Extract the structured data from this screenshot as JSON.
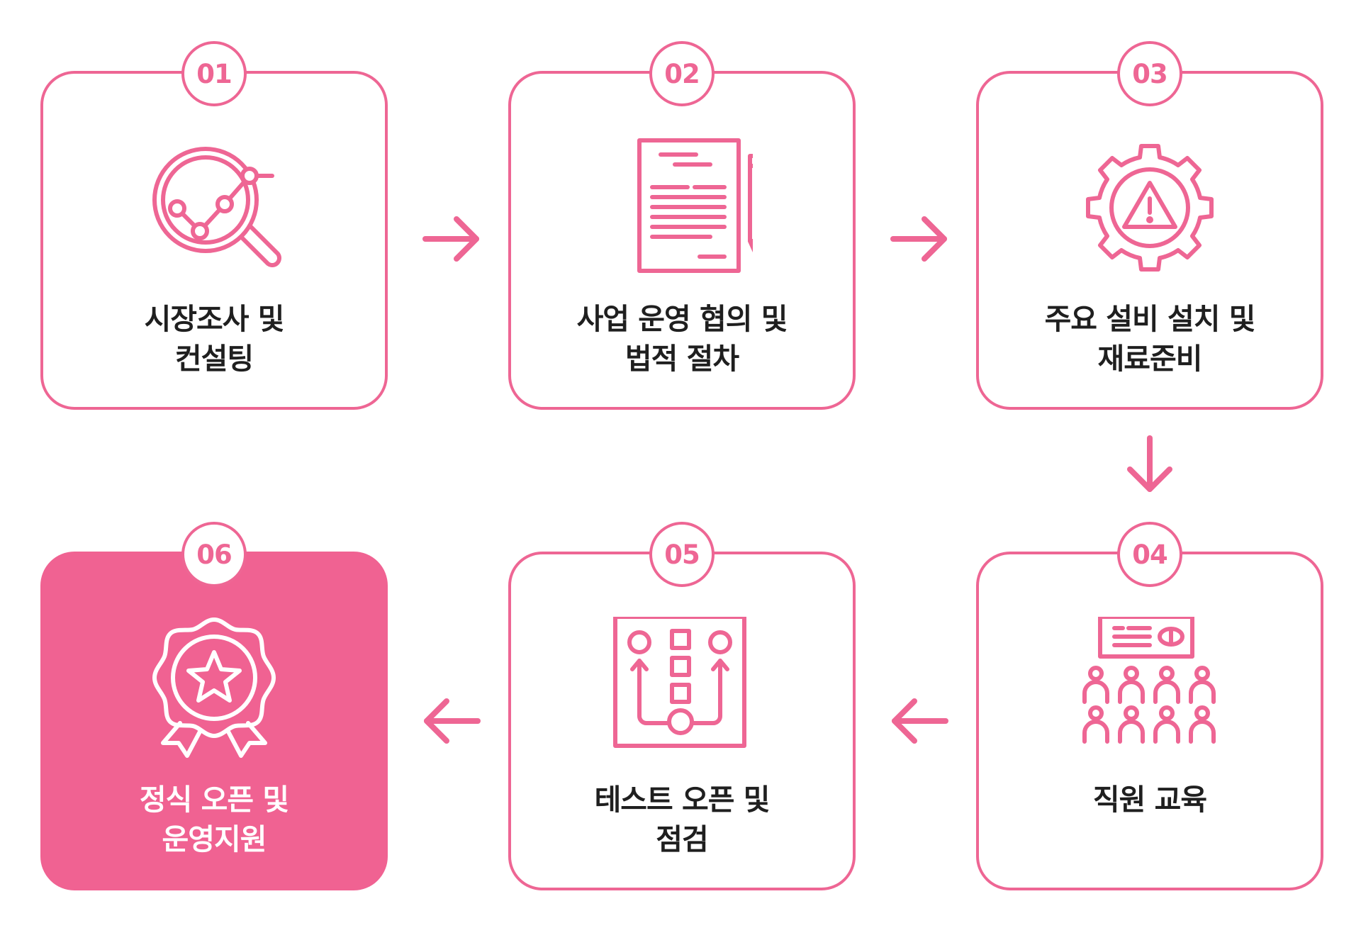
{
  "colors": {
    "accent": "#ee6694",
    "active_fill": "#f06292",
    "text": "#1f1f1f"
  },
  "steps": [
    {
      "number": "01",
      "icon": "market-research-magnifier-icon",
      "line1": "시장조사 및",
      "line2": "컨설팅"
    },
    {
      "number": "02",
      "icon": "document-pen-icon",
      "line1": "사업 운영 협의 및",
      "line2": "법적 절차"
    },
    {
      "number": "03",
      "icon": "gear-warning-icon",
      "line1": "주요 설비 설치 및",
      "line2": "재료준비"
    },
    {
      "number": "04",
      "icon": "staff-training-presentation-icon",
      "line1": "직원 교육",
      "line2": ""
    },
    {
      "number": "05",
      "icon": "flowchart-board-icon",
      "line1": "테스트 오픈 및",
      "line2": "점검"
    },
    {
      "number": "06",
      "icon": "star-award-badge-icon",
      "line1": "정식 오픈 및",
      "line2": "운영지원"
    }
  ],
  "arrows": [
    "arrow-right-icon",
    "arrow-right-icon",
    "arrow-down-icon",
    "arrow-left-icon",
    "arrow-left-icon"
  ]
}
